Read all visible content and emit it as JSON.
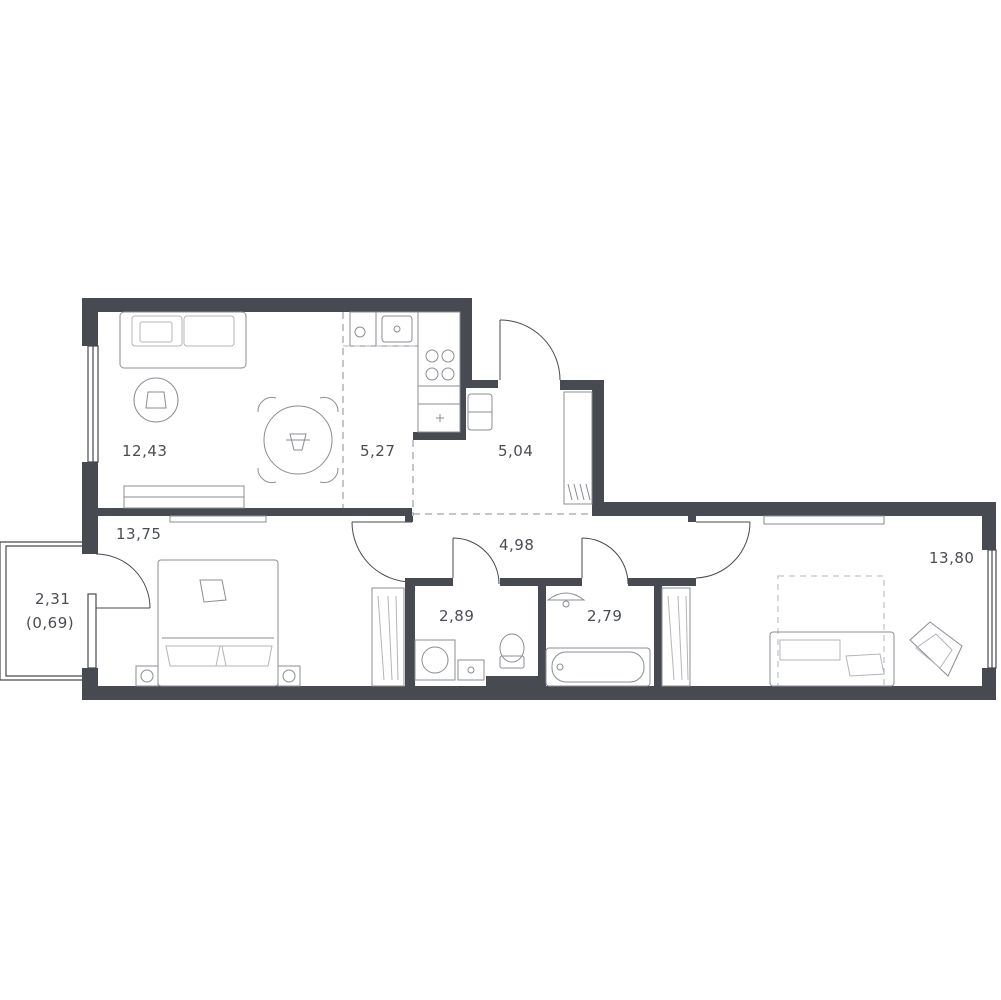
{
  "floor_plan": {
    "rooms": [
      {
        "id": "living-room",
        "area": "12,43"
      },
      {
        "id": "kitchen",
        "area": "5,27"
      },
      {
        "id": "entrance-hall",
        "area": "5,04"
      },
      {
        "id": "corridor",
        "area": "4,98"
      },
      {
        "id": "bedroom-left",
        "area": "13,75"
      },
      {
        "id": "bedroom-right",
        "area": "13,80"
      },
      {
        "id": "bathroom-toilet",
        "area": "2,89"
      },
      {
        "id": "bathroom-tub",
        "area": "2,79"
      },
      {
        "id": "balcony",
        "area": "2,31",
        "area_reduced": "(0,69)"
      }
    ]
  }
}
